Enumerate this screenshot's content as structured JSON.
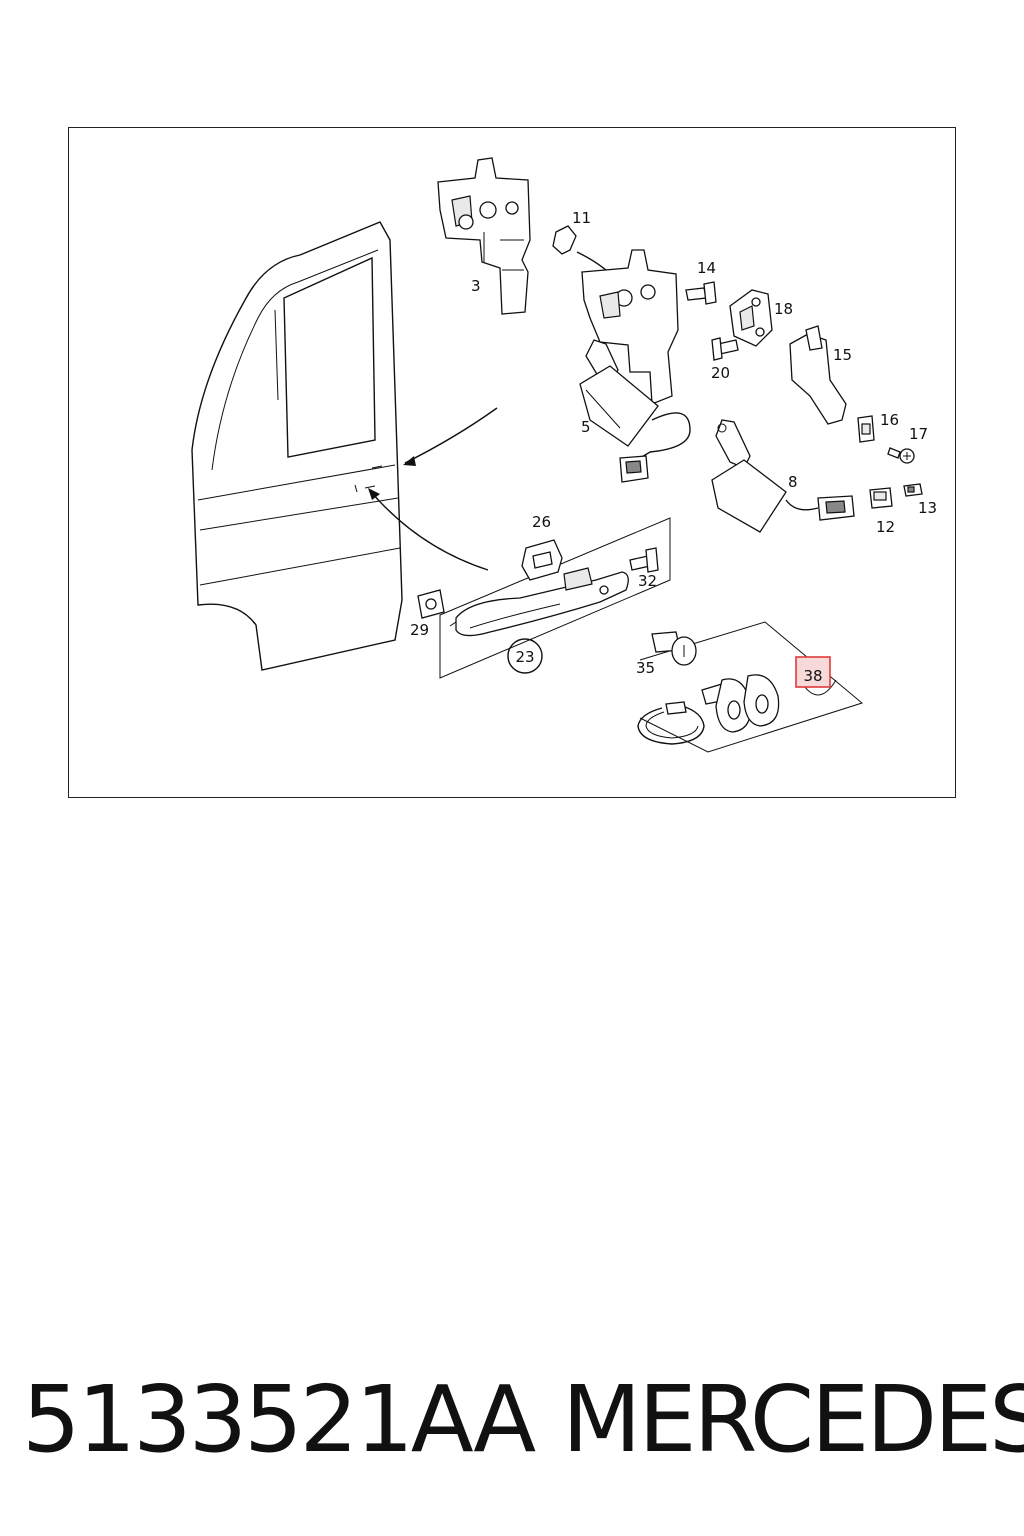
{
  "diagram": {
    "callouts": {
      "c3": "3",
      "c5": "5",
      "c8": "8",
      "c11": "11",
      "c12": "12",
      "c13": "13",
      "c14": "14",
      "c15": "15",
      "c16": "16",
      "c17": "17",
      "c18": "18",
      "c20": "20",
      "c23": "23",
      "c26": "26",
      "c29": "29",
      "c32": "32",
      "c35": "35",
      "c38": "38"
    },
    "highlight_color": "#e03a3a"
  },
  "footer": {
    "part_number": "5133521AA",
    "brand": "MERCEDES"
  }
}
